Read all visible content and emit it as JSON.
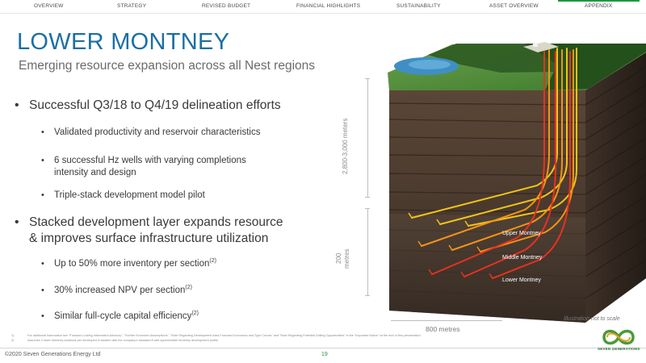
{
  "nav": {
    "items": [
      {
        "label": "OVERVIEW"
      },
      {
        "label": "STRATEGY"
      },
      {
        "label": "REVISED BUDGET"
      },
      {
        "label": "FINANCIAL HIGHLIGHTS"
      },
      {
        "label": "SUSTAINABILITY"
      },
      {
        "label": "ASSET OVERVIEW"
      },
      {
        "label": "APPENDIX"
      }
    ],
    "active": "APPENDIX",
    "accent_color": "#1e9a3f"
  },
  "slide": {
    "title": "LOWER MONTNEY",
    "subtitle": "Emerging resource expansion across all Nest regions",
    "title_color": "#1b6fa5"
  },
  "bullets": {
    "b1": "Successful Q3/18 to Q4/19 delineation efforts",
    "b1_sub1": "Validated productivity and reservoir characteristics",
    "b1_sub2_line1": "6 successful Hz wells with varying completions",
    "b1_sub2_line2": "intensity and design",
    "b1_sub3": "Triple-stack development model pilot",
    "b2_line1": "Stacked development layer expands resource",
    "b2_line2": "& improves surface infrastructure utilization",
    "b2_sub1": "Up to 50% more inventory per section",
    "b2_sub1_sup": "(2)",
    "b2_sub2": "30% increased NPV per section",
    "b2_sub2_sup": "(2)",
    "b2_sub3": "Similar full-cycle capital efficiency",
    "b2_sub3_sup": "(2)"
  },
  "diagram": {
    "depth_label": "2,800-3,000 meters",
    "thickness_label_1": "200",
    "thickness_label_2": "metres",
    "width_label": "800 metres",
    "layers": {
      "upper": "Upper Montney",
      "middle": "Middle Montney",
      "lower": "Lower Montney"
    },
    "note": "Illustration not to scale"
  },
  "footnotes": {
    "n1": "1)",
    "t1": "For additional information see \"Forward Looking Information Advisory\", \"Further Economic Assumptions\", \"Note Regarding Development Area Forecast Economics and Type Curves\" and \"Note Regarding Potential Drilling Opportunities\" in the \"Important Notice\" at the end of this presentation.",
    "n2": "2)",
    "t2": "Assumes 3 lower Montney locations per developed in tandem with the company's standard 8 well upper/middle Montney development profile"
  },
  "footer": {
    "copyright": "©2020 Seven Generations Energy Ltd",
    "page": "19",
    "logo_text": "SEVEN GENERATIONS"
  }
}
